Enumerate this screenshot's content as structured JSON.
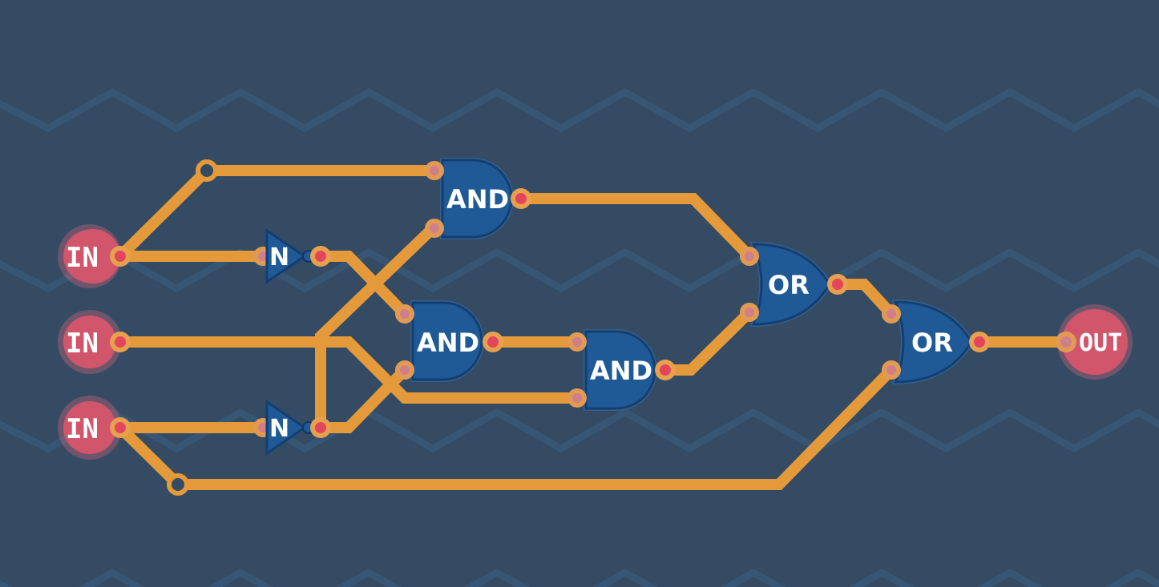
{
  "colors": {
    "background": "#344b63",
    "wire": "#e49a3a",
    "gate": "#1f5a97",
    "io_node": "#d2566b",
    "pin_active": "#e3455d"
  },
  "inputs": [
    {
      "label": "IN"
    },
    {
      "label": "IN"
    },
    {
      "label": "IN"
    }
  ],
  "output": {
    "label": "OUT"
  },
  "gates": {
    "and_top": "AND",
    "and_mid": "AND",
    "and_right": "AND",
    "or_mid": "OR",
    "or_final": "OR",
    "not_top": "N",
    "not_bottom": "N"
  }
}
